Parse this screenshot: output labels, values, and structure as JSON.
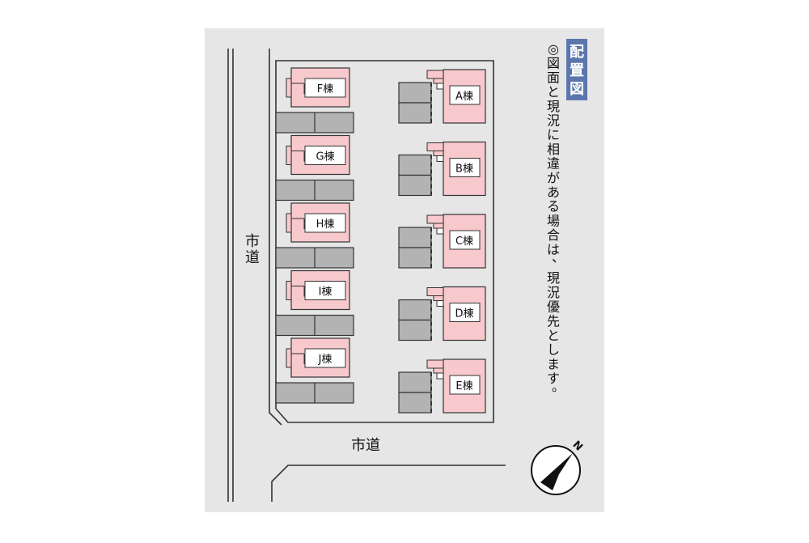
{
  "legend": {
    "title": "配置図",
    "note": "◎図面と現況に相違がある場合は、現況優先とします。"
  },
  "roads": {
    "west_label": "市道",
    "south_label": "市道"
  },
  "compass": {
    "north_label": "N"
  },
  "buildings_left": [
    {
      "label": "F棟"
    },
    {
      "label": "G棟"
    },
    {
      "label": "H棟"
    },
    {
      "label": "I棟"
    },
    {
      "label": "J棟"
    }
  ],
  "buildings_right": [
    {
      "label": "A棟"
    },
    {
      "label": "B棟"
    },
    {
      "label": "C棟"
    },
    {
      "label": "D棟"
    },
    {
      "label": "E棟"
    }
  ],
  "colors": {
    "background": "#e6e6e6",
    "building_fill": "#f7c8cc",
    "parking_fill": "#b3b3b3",
    "title_badge": "#5b76ad",
    "line": "#333333"
  }
}
